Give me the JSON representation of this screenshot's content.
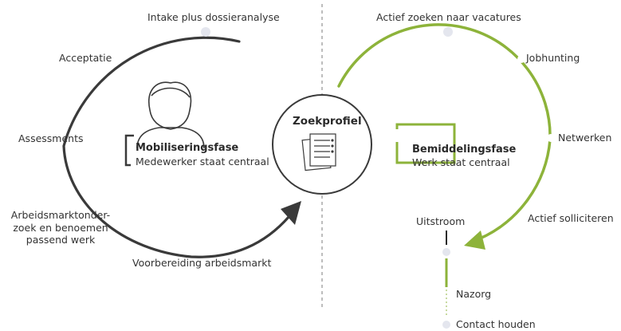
{
  "left_cycle": {
    "phase_title": "Mobiliseringsfase",
    "phase_subtitle": "Medewerker staat centraal",
    "steps": [
      "Intake plus dossieranalyse",
      "Acceptatie",
      "Assessments",
      "Arbeidsmarktonderzoek en benoemen passend werk",
      "Voorbereiding arbeidsmarkt"
    ],
    "color": "#3a3a3a",
    "icon": "person-icon"
  },
  "center": {
    "title": "Zoekprofiel",
    "icon": "documents-icon"
  },
  "right_cycle": {
    "phase_title": "Bemiddelingsfase",
    "phase_subtitle": "Werk staat centraal",
    "steps": [
      "Actief zoeken naar vacatures",
      "Jobhunting",
      "Netwerken",
      "Actief solliciteren"
    ],
    "color": "#8db33a"
  },
  "outflow": {
    "steps": [
      "Uitstroom",
      "Nazorg",
      "Contact houden"
    ]
  }
}
